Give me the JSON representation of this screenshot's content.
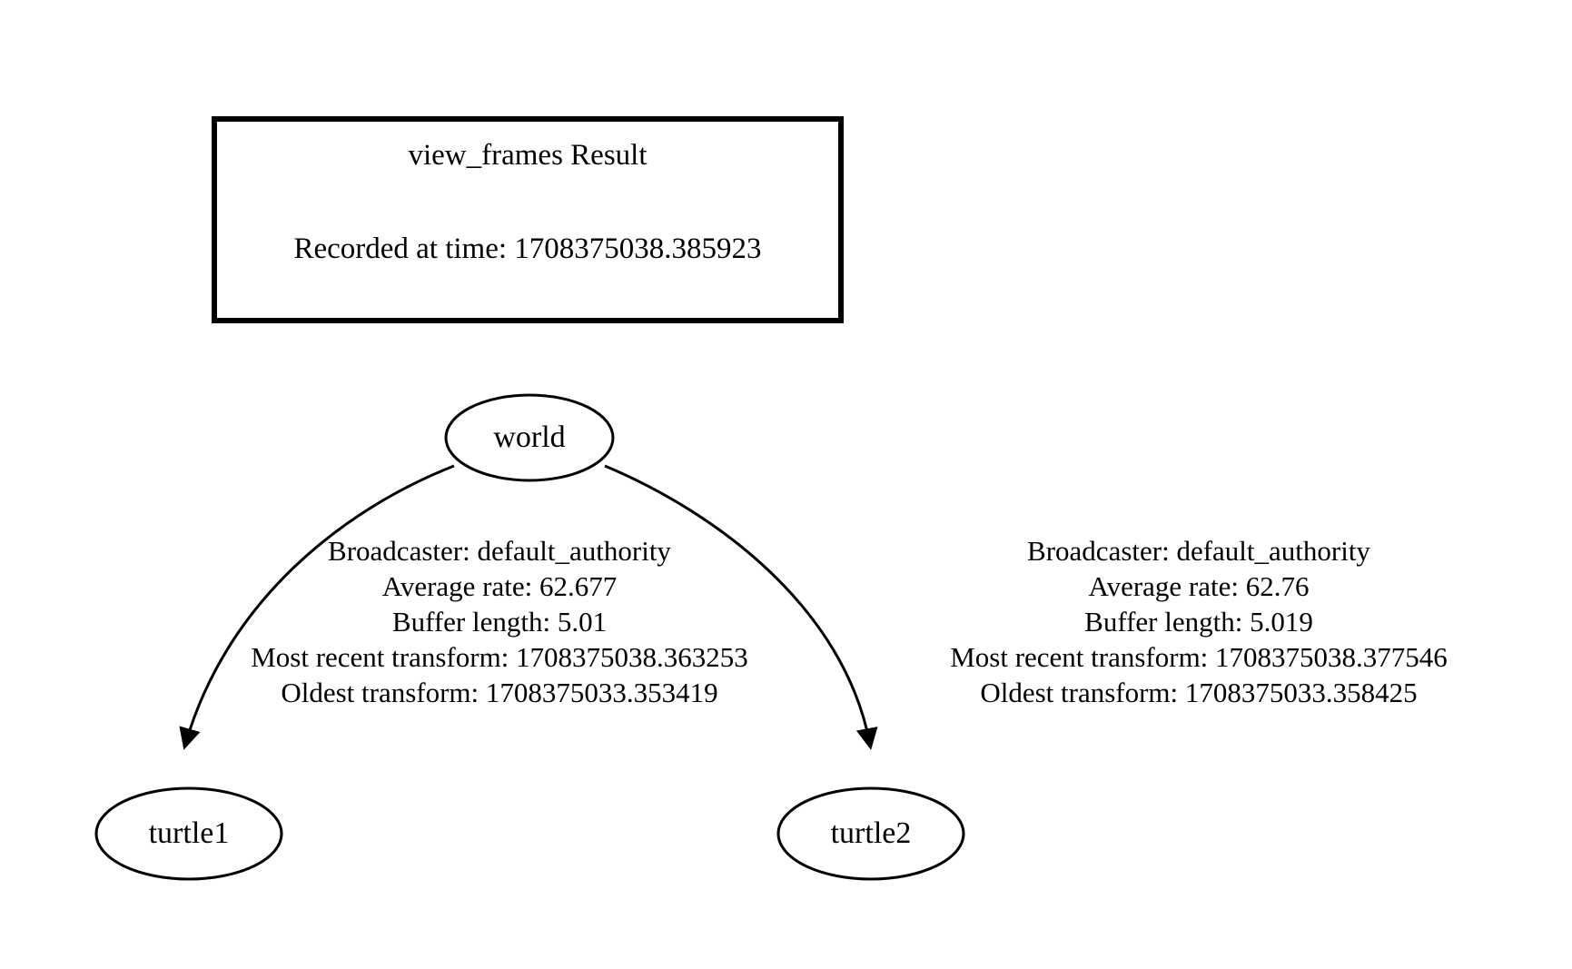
{
  "graph": {
    "title_box": {
      "line1": "view_frames Result",
      "line2": "Recorded at time: 1708375038.385923"
    },
    "nodes": [
      {
        "id": "world",
        "label": "world"
      },
      {
        "id": "turtle1",
        "label": "turtle1"
      },
      {
        "id": "turtle2",
        "label": "turtle2"
      }
    ],
    "edges": [
      {
        "from": "world",
        "to": "turtle1",
        "lines": [
          "Broadcaster: default_authority",
          "Average rate: 62.677",
          "Buffer length: 5.01",
          "Most recent transform: 1708375038.363253",
          "Oldest transform: 1708375033.353419"
        ]
      },
      {
        "from": "world",
        "to": "turtle2",
        "lines": [
          "Broadcaster: default_authority",
          "Average rate: 62.76",
          "Buffer length: 5.019",
          "Most recent transform: 1708375038.377546",
          "Oldest transform: 1708375033.358425"
        ]
      }
    ],
    "colors": {
      "background": "#ffffff",
      "stroke": "#000000",
      "text": "#000000"
    }
  }
}
